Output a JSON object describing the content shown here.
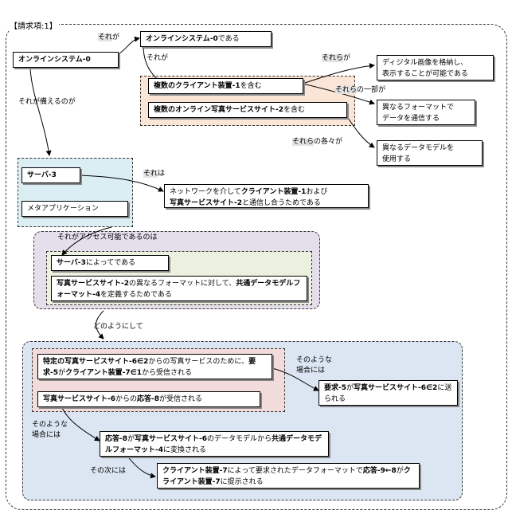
{
  "header": "【請求項:1】",
  "labels": {
    "l1a": "それ",
    "l1b": "が",
    "l2": "それが",
    "l3": "それが備えるのが",
    "l4a": "それら",
    "l4b": "が",
    "l5a": "それら",
    "l5b": "の一部が",
    "l6a": "それら",
    "l6b": "の各々が",
    "l7": "それは",
    "l8": "それがアクセス可能であるのは",
    "l9": "どのようにして",
    "l10a": "そのような",
    "l10b": "場合には",
    "l11a": "そのような",
    "l11b": "場合には",
    "l12": "その次には"
  },
  "boxes": {
    "online_system0": "オンラインシステム-0",
    "online_system0_is": [
      "オンラインシステム-0",
      "である"
    ],
    "client_multi": [
      "複数のクライアント装置-1",
      "を含む"
    ],
    "photo_multi": [
      "複数のオンライン写真サービスサイト-2",
      "を含む"
    ],
    "store_display": [
      "ディジタル画像を格納し、",
      "表示することが可能である"
    ],
    "diff_format": [
      "異なるフォーマットで",
      "データを通信する"
    ],
    "diff_model": [
      "異なるデータモデルを",
      "使用する"
    ],
    "server3": "サーバ-3",
    "meta_app": "メタアプリケーション",
    "network": [
      "ネットワークを介して",
      "クライアント装置-1",
      "および",
      "写真サービスサイト-2",
      "と通信し合うためである"
    ],
    "by_server": [
      "サーバ-3",
      "によってである"
    ],
    "define": [
      "写真サービスサイト-2",
      "の異なるフォーマットに対して、",
      "共通データモデルフォーマット-4",
      "を定義するためである"
    ],
    "request": [
      "特定の写真サービスサイト-6∈2",
      "からの写真サービスのために、",
      "要求-5",
      "が",
      "クライアント装置-7∈1",
      "から受信される"
    ],
    "response": [
      "写真サービスサイト-6",
      "からの",
      "応答-8",
      "が受信される"
    ],
    "sent": [
      "要求-5",
      "が",
      "写真サービスサイト-6∈2",
      "に送られる"
    ],
    "convert": [
      "応答-8",
      "が",
      "写真サービスサイト-6",
      "のデータモデルから",
      "共通データモデルフォーマット-4",
      "に変換される"
    ],
    "present": [
      "クライアント装置-7",
      "によって要求されたデータフォーマットで",
      "応答-9←8",
      "が",
      "クライアント装置-7",
      "に提示される"
    ]
  },
  "colors": {
    "orange_fill": "#fbe5d6",
    "blue_fill": "#dbeef4",
    "purple_fill": "#e5dfec",
    "green_fill": "#ebf1de",
    "navy_fill": "#dce6f2",
    "pink_fill": "#f2dcdb"
  }
}
